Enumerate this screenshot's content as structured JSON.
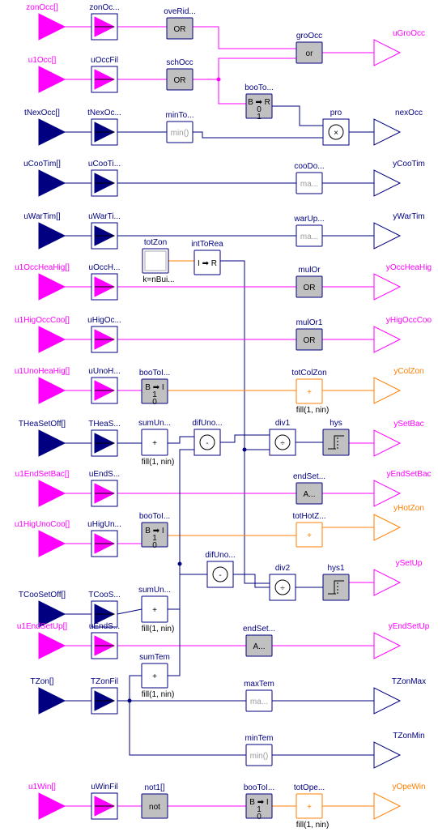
{
  "colors": {
    "boolean": "#ff00ff",
    "real": "#000080",
    "integer": "#ff7f00",
    "block_border": "#000080",
    "gray_block": "#c0c0c0"
  },
  "inputs": [
    {
      "label": "zonOcc[]",
      "type": "boolean"
    },
    {
      "label": "u1Occ[]",
      "type": "boolean"
    },
    {
      "label": "tNexOcc[]",
      "type": "real"
    },
    {
      "label": "uCooTim[]",
      "type": "real"
    },
    {
      "label": "uWarTim[]",
      "type": "real"
    },
    {
      "label": "u1OccHeaHig[]",
      "type": "boolean"
    },
    {
      "label": "u1HigOccCoo[]",
      "type": "boolean"
    },
    {
      "label": "u1UnoHeaHig[]",
      "type": "boolean"
    },
    {
      "label": "THeaSetOff[]",
      "type": "real"
    },
    {
      "label": "u1EndSetBac[]",
      "type": "boolean"
    },
    {
      "label": "u1HigUnoCoo[]",
      "type": "boolean"
    },
    {
      "label": "TCooSetOff[]",
      "type": "real"
    },
    {
      "label": "u1EndSetUp[]",
      "type": "boolean"
    },
    {
      "label": "TZon[]",
      "type": "real"
    },
    {
      "label": "u1Win[]",
      "type": "boolean"
    }
  ],
  "filters": [
    {
      "label": "zonOc...",
      "type": "boolean"
    },
    {
      "label": "uOccFil",
      "type": "boolean"
    },
    {
      "label": "tNexOc...",
      "type": "real"
    },
    {
      "label": "uCooTi...",
      "type": "real"
    },
    {
      "label": "uWarTi...",
      "type": "real"
    },
    {
      "label": "uOccH...",
      "type": "boolean"
    },
    {
      "label": "uHigOc...",
      "type": "boolean"
    },
    {
      "label": "uUnoH...",
      "type": "boolean"
    },
    {
      "label": "THeaS...",
      "type": "real"
    },
    {
      "label": "uEndS...",
      "type": "boolean"
    },
    {
      "label": "uHigUn...",
      "type": "boolean"
    },
    {
      "label": "TCooS...",
      "type": "real"
    },
    {
      "label": "uEndS...",
      "type": "boolean"
    },
    {
      "label": "TZonFil",
      "type": "real"
    },
    {
      "label": "uWinFil",
      "type": "boolean"
    }
  ],
  "blocks": [
    {
      "label": "oveRid...",
      "symbol": "OR",
      "kind": "gray"
    },
    {
      "label": "schOcc",
      "symbol": "OR",
      "kind": "gray"
    },
    {
      "label": "groOcc",
      "symbol": "or",
      "kind": "gray"
    },
    {
      "label": "booTo...",
      "symbol": "B ➡ R",
      "sub": "0\n1",
      "kind": "gray-booToRea"
    },
    {
      "label": "minTo...",
      "symbol": "min()",
      "kind": "white-faded"
    },
    {
      "label": "pro",
      "symbol": "×",
      "kind": "circle"
    },
    {
      "label": "cooDo...",
      "symbol": "ma...",
      "kind": "white-faded"
    },
    {
      "label": "warUp...",
      "symbol": "ma...",
      "kind": "white-faded"
    },
    {
      "label": "totZon",
      "symbol": "",
      "sub": "k=nBui...",
      "kind": "const"
    },
    {
      "label": "intToRea",
      "symbol": "I ➡ R",
      "kind": "white"
    },
    {
      "label": "mulOr",
      "symbol": "OR",
      "kind": "gray"
    },
    {
      "label": "mulOr1",
      "symbol": "OR",
      "kind": "gray"
    },
    {
      "label": "booToI...",
      "symbol": "B ➡ I",
      "sub": "1\n0",
      "kind": "gray-booToInt"
    },
    {
      "label": "totColZon",
      "symbol": "+",
      "sub": "fill(1, nin)",
      "kind": "int"
    },
    {
      "label": "sumUn...",
      "symbol": "+",
      "sub": "fill(1, nin)",
      "kind": "white"
    },
    {
      "label": "difUno...",
      "symbol": "-",
      "kind": "circle"
    },
    {
      "label": "div1",
      "symbol": "÷",
      "kind": "circle"
    },
    {
      "label": "hys",
      "symbol": "",
      "kind": "gray-hys"
    },
    {
      "label": "endSet...",
      "symbol": "A...",
      "kind": "gray"
    },
    {
      "label": "booToI...",
      "symbol": "B ➡ I",
      "sub": "1\n0",
      "kind": "gray-booToInt"
    },
    {
      "label": "totHotZ...",
      "symbol": "+",
      "kind": "int"
    },
    {
      "label": "difUno...",
      "symbol": "-",
      "kind": "circle"
    },
    {
      "label": "div2",
      "symbol": "÷",
      "kind": "circle"
    },
    {
      "label": "hys1",
      "symbol": "",
      "kind": "gray-hys"
    },
    {
      "label": "sumUn...",
      "symbol": "+",
      "sub": "fill(1, nin)",
      "kind": "white"
    },
    {
      "label": "endSet...",
      "symbol": "A...",
      "kind": "gray"
    },
    {
      "label": "sumTem",
      "symbol": "+",
      "sub": "fill(1, nin)",
      "kind": "white"
    },
    {
      "label": "maxTem",
      "symbol": "ma...",
      "kind": "white-faded"
    },
    {
      "label": "minTem",
      "symbol": "min()",
      "kind": "white-faded"
    },
    {
      "label": "not1[]",
      "symbol": "not",
      "kind": "gray"
    },
    {
      "label": "booToI...",
      "symbol": "B ➡ I",
      "sub": "1\n0",
      "kind": "gray-booToInt"
    },
    {
      "label": "totOpe...",
      "symbol": "+",
      "sub": "fill(1, nin)",
      "kind": "int"
    }
  ],
  "outputs": [
    {
      "label": "uGroOcc",
      "type": "boolean"
    },
    {
      "label": "nexOcc",
      "type": "real"
    },
    {
      "label": "yCooTim",
      "type": "real"
    },
    {
      "label": "yWarTim",
      "type": "real"
    },
    {
      "label": "yOccHeaHig",
      "type": "boolean"
    },
    {
      "label": "yHigOccCoo",
      "type": "boolean"
    },
    {
      "label": "yColZon",
      "type": "integer"
    },
    {
      "label": "ySetBac",
      "type": "boolean"
    },
    {
      "label": "yEndSetBac",
      "type": "boolean"
    },
    {
      "label": "yHotZon",
      "type": "integer"
    },
    {
      "label": "ySetUp",
      "type": "boolean"
    },
    {
      "label": "yEndSetUp",
      "type": "boolean"
    },
    {
      "label": "TZonMax",
      "type": "real"
    },
    {
      "label": "TZonMin",
      "type": "real"
    },
    {
      "label": "yOpeWin",
      "type": "integer"
    }
  ]
}
